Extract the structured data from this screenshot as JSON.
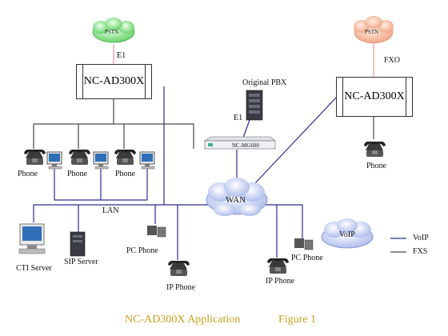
{
  "clouds": {
    "pstn_left": "PSTN",
    "pstn_right": "PSTN",
    "wan": "WAN",
    "voip": "VoIP"
  },
  "boxes": {
    "ad300x_left": "NC-AD300X",
    "ad300x_right": "NC-AD300X",
    "mg600": "NC-MG600"
  },
  "labels": {
    "e1_top": "E1",
    "fxo": "FXO",
    "original_pbx": "Original PBX",
    "e1_pbx": "E1",
    "phone_right": "Phone",
    "phone_1": "Phone",
    "phone_2": "Phone",
    "phone_3": "Phone",
    "lan": "LAN",
    "cti_server": "CTI Server",
    "sip_server": "SIP Server",
    "pc_phone_left": "PC Phone",
    "ip_phone_left": "IP Phone",
    "pc_phone_right": "PC Phone",
    "ip_phone_right": "IP Phone"
  },
  "legend": {
    "voip": "VoIP",
    "fxs": "FXS"
  },
  "caption": {
    "title": "NC-AD300X Application",
    "figure": "Figure 1"
  },
  "colors": {
    "voip_line": "#2b2f8c",
    "fxs_line": "#222222",
    "pstn_link": "#e08080",
    "pstn_cloud_left": "#7ed87e",
    "pstn_cloud_right": "#f0b090",
    "wan_cloud": "#b8c8f0",
    "caption": "#c8a020"
  }
}
